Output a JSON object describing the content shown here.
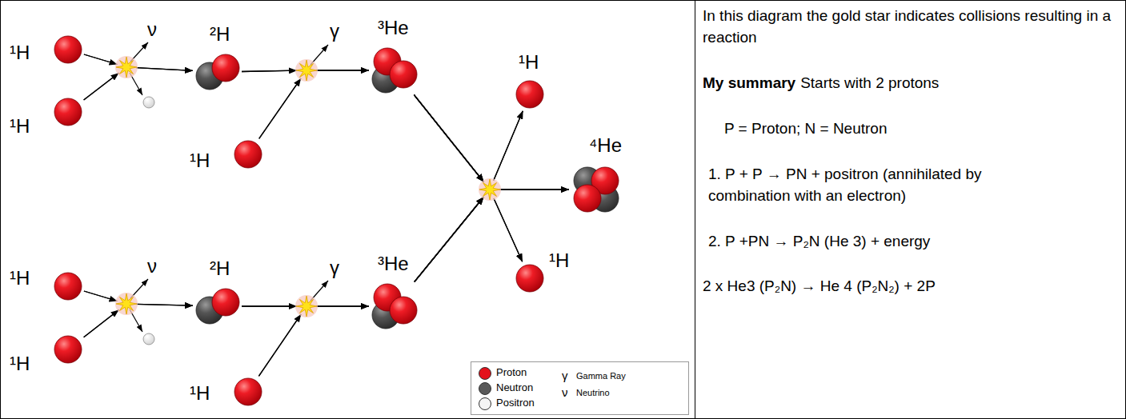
{
  "diagram": {
    "nodes": [
      {
        "text": [
          "¹H"
        ]
      },
      {
        "text": [
          "¹H"
        ]
      },
      {
        "text": [
          "²H"
        ]
      },
      {
        "text": [
          "¹H"
        ]
      },
      {
        "text": [
          "³He"
        ]
      },
      {
        "text": [
          "¹H"
        ]
      },
      {
        "text": [
          "⁴He"
        ]
      },
      {
        "text": [
          "¹H"
        ]
      },
      {
        "text": [
          "¹H"
        ]
      },
      {
        "text": [
          "¹H"
        ]
      },
      {
        "text": [
          "²H"
        ]
      },
      {
        "text": [
          "¹H"
        ]
      },
      {
        "text": [
          "³He"
        ]
      }
    ],
    "edges": [
      {
        "from": 0,
        "to": 2,
        "arrow": "to"
      },
      {
        "from": 1,
        "to": 2,
        "arrow": "to"
      },
      {
        "from": 2,
        "to": 4,
        "arrow": "to"
      },
      {
        "from": 3,
        "to": 4,
        "arrow": "to"
      },
      {
        "from": 4,
        "to": 5,
        "arrow": "to"
      },
      {
        "from": 4,
        "to": 6,
        "arrow": "to"
      },
      {
        "from": 4,
        "to": 7,
        "arrow": "to"
      },
      {
        "from": 12,
        "to": 5,
        "arrow": "to"
      },
      {
        "from": 12,
        "to": 6,
        "arrow": "to"
      },
      {
        "from": 12,
        "to": 7,
        "arrow": "to"
      },
      {
        "from": 8,
        "to": 10,
        "arrow": "to"
      },
      {
        "from": 9,
        "to": 10,
        "arrow": "to"
      },
      {
        "from": 10,
        "to": 12,
        "arrow": "to"
      },
      {
        "from": 11,
        "to": 12,
        "arrow": "to"
      }
    ],
    "labels": [
      "ν",
      "γ",
      "ν",
      "γ",
      "γ",
      "ν",
      "In this diagram the gold star indicates collisions resulting in a reaction",
      "My summary",
      "Starts with 2 protons",
      "P = Proton; N = Neutron",
      "1. P + P → PN + positron (annihilated by combination with an electron)",
      "2. P +PN → P₂N (He 3) + energy",
      "2 x He3 (P₂N) → He 4 (P₂N₂) + 2P"
    ],
    "legend": [
      {
        "text": "Proton",
        "color": "#e3111b"
      },
      {
        "text": "Neutron",
        "color": "#5a5a5a"
      },
      {
        "text": "Positron",
        "color": "#f4f4f4"
      },
      {
        "text": "Gamma Ray"
      },
      {
        "text": "Neutrino"
      }
    ]
  }
}
